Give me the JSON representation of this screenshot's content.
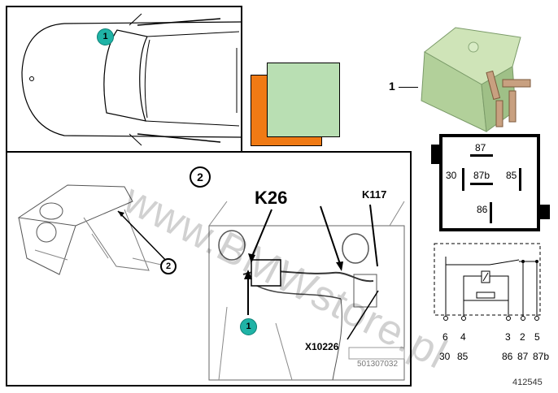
{
  "car_view": {
    "callout": "1"
  },
  "swatches": {
    "orange": "#f07a14",
    "green": "#b9dfb3"
  },
  "relay": {
    "part_callout": "1",
    "body_color": "#b9d7a4"
  },
  "relay_pinout": {
    "p87": "87",
    "p30": "30",
    "p87b": "87b",
    "p85": "85",
    "p86": "86"
  },
  "dashboard": {
    "callout": "2"
  },
  "detail": {
    "section_number": "2",
    "k26": "K26",
    "k117": "K117",
    "x10226": "X10226",
    "callout": "1",
    "stamp": "501307032"
  },
  "schematic": {
    "pins_top": [
      "6",
      "4",
      "3",
      "2",
      "5"
    ],
    "pins_bottom": [
      "30",
      "85",
      "86",
      "87",
      "87b"
    ]
  },
  "watermark": "www.BMWstore.pl",
  "footer": {
    "image_id": "412545"
  }
}
